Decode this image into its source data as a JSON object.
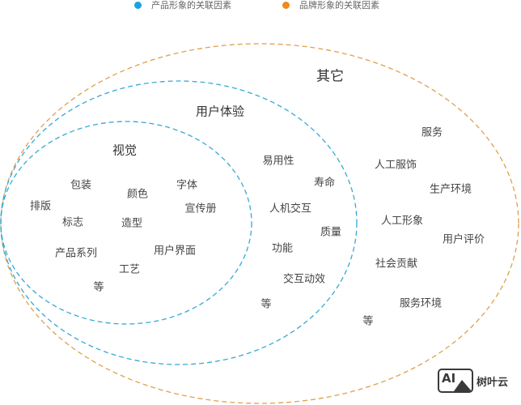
{
  "legend": [
    {
      "label": "产品形象的关联因素",
      "color": "#1aa3e0"
    },
    {
      "label": "品牌形象的关联因素",
      "color": "#ee8a1f"
    }
  ],
  "colors": {
    "product_boundary": "#35a9d6",
    "brand_boundary": "#e0a04a",
    "text": "#444444"
  },
  "regions": {
    "visual": {
      "title": "视觉",
      "items": [
        "包装",
        "颜色",
        "字体",
        "排版",
        "标志",
        "造型",
        "宣传册",
        "产品系列",
        "用户界面",
        "工艺",
        "等"
      ]
    },
    "ux": {
      "title": "用户体验",
      "items": [
        "易用性",
        "寿命",
        "人机交互",
        "质量",
        "功能",
        "交互动效",
        "等"
      ]
    },
    "other": {
      "title": "其它",
      "items": [
        "服务",
        "人工服饰",
        "生产环境",
        "人工形象",
        "用户评价",
        "社会贡献",
        "服务环境",
        "等"
      ]
    }
  },
  "watermark": {
    "badge": "AI",
    "name": "树叶云"
  }
}
